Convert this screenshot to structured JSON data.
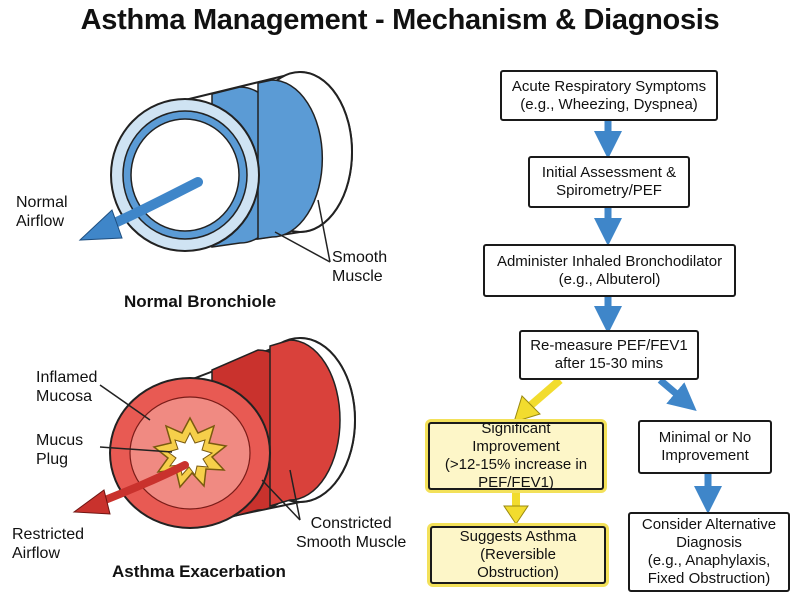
{
  "title": "Asthma Management - Mechanism & Diagnosis",
  "colors": {
    "normal_blue": "#5b9bd5",
    "light_blue": "#cfe3f3",
    "inflamed_red": "#e0453f",
    "muscle_red": "#c9322d",
    "mucus_yellow": "#f6cf4a",
    "arrow_blue": "#3f86c9",
    "arrow_yellow": "#f2dc2e",
    "highlight_yellow": "#fdf6c8"
  },
  "normal": {
    "airflow_label_line1": "Normal",
    "airflow_label_line2": "Airflow",
    "muscle_label_line1": "Smooth",
    "muscle_label_line2": "Muscle",
    "caption": "Normal Bronchiole"
  },
  "asthma": {
    "inflamed_label_line1": "Inflamed",
    "inflamed_label_line2": "Mucosa",
    "mucus_label_line1": "Mucus",
    "mucus_label_line2": "Plug",
    "restricted_label_line1": "Restricted",
    "restricted_label_line2": "Airflow",
    "muscle_label_line1": "Constricted",
    "muscle_label_line2": "Smooth Muscle",
    "caption": "Asthma Exacerbation"
  },
  "flow": {
    "symptoms": {
      "line1": "Acute Respiratory Symptoms",
      "line2": "(e.g., Wheezing, Dyspnea)"
    },
    "assessment": {
      "line1": "Initial Assessment &",
      "line2": "Spirometry/PEF"
    },
    "bronchodilator": {
      "line1": "Administer Inhaled Bronchodilator",
      "line2": "(e.g., Albuterol)"
    },
    "remeasure": {
      "line1": "Re-measure PEF/FEV1",
      "line2": "after 15-30 mins"
    },
    "improvement": {
      "line1": "Significant Improvement",
      "line2": "(>12-15% increase in",
      "line3": "PEF/FEV1)"
    },
    "no_improvement": {
      "line1": "Minimal or No",
      "line2": "Improvement"
    },
    "asthma": {
      "line1": "Suggests Asthma",
      "line2": "(Reversible Obstruction)"
    },
    "alternative": {
      "line1": "Consider Alternative",
      "line2": "Diagnosis",
      "line3": "(e.g., Anaphylaxis,",
      "line4": "Fixed Obstruction)"
    }
  }
}
